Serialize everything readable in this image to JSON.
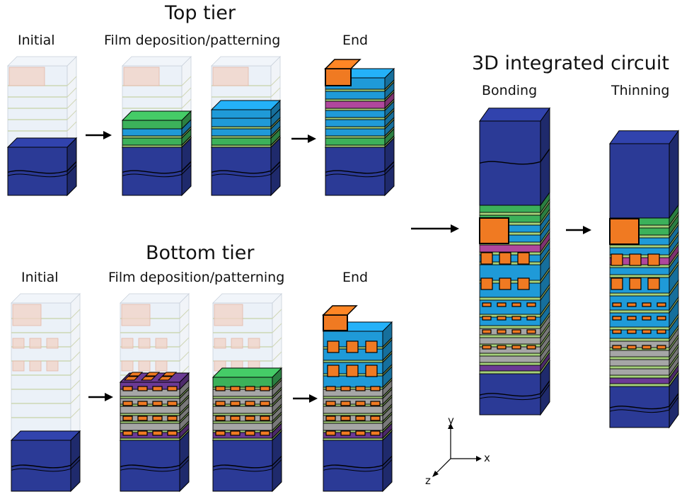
{
  "labels": {
    "top_tier": "Top tier",
    "bottom_tier": "Bottom tier",
    "initial": "Initial",
    "film": "Film deposition/patterning",
    "end": "End",
    "ic_title": "3D integrated circuit",
    "bonding": "Bonding",
    "thinning": "Thinning",
    "axis_x": "x",
    "axis_y": "y",
    "axis_z": "z"
  },
  "colors": {
    "substrate": "#2b3a96",
    "blue": "#1f9ad8",
    "green": "#3cb15a",
    "lightgreen": "#a5d17a",
    "magenta": "#b0479d",
    "purple": "#6b3a95",
    "gray": "#a6a6a6",
    "orange": "#f07a22",
    "ghost": "#dbe6f2",
    "ghostpink": "#f2d2c6"
  }
}
